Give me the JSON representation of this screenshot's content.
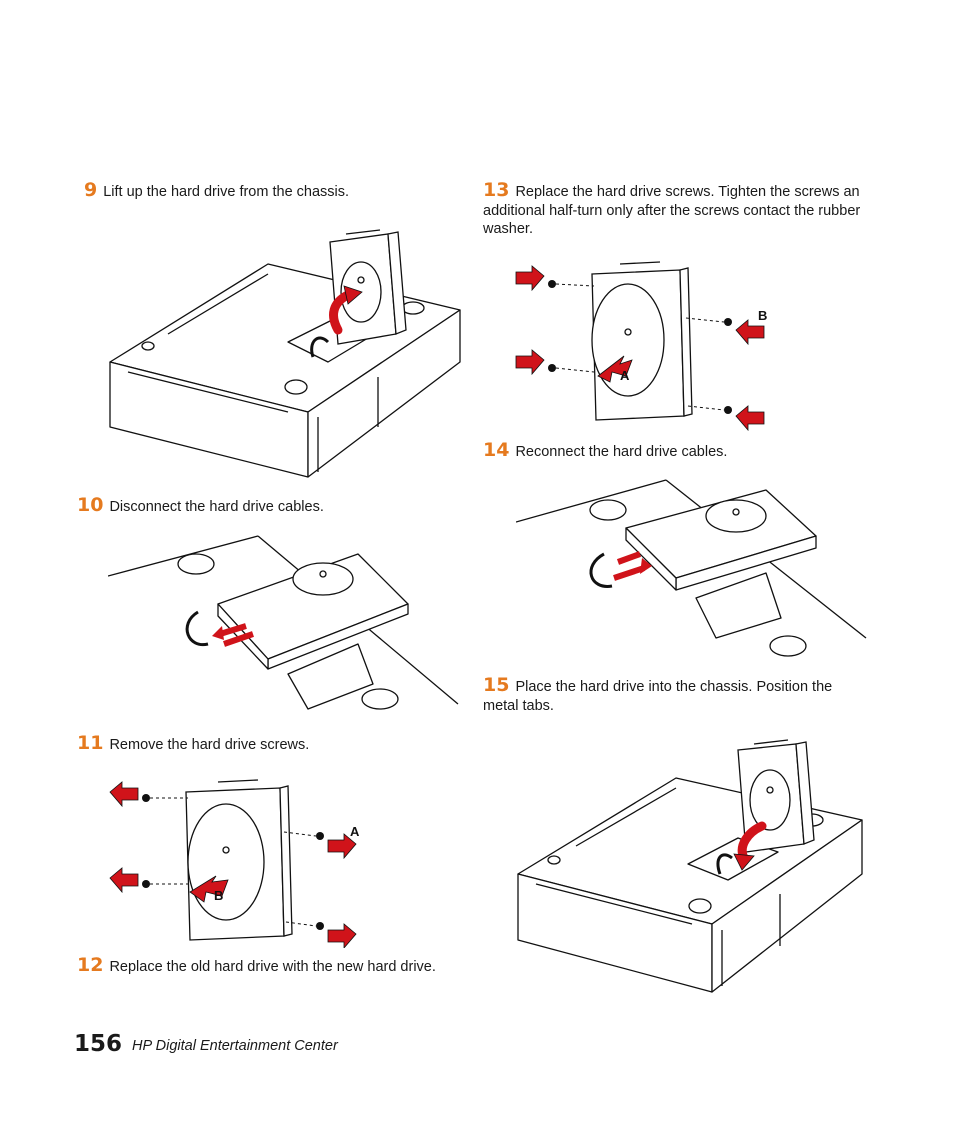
{
  "steps": [
    {
      "num": "9",
      "text": "Lift up the hard drive from the chassis."
    },
    {
      "num": "10",
      "text": "Disconnect the hard drive cables."
    },
    {
      "num": "11",
      "text": "Remove the hard drive screws."
    },
    {
      "num": "12",
      "text": "Replace the old hard drive with the new hard drive."
    },
    {
      "num": "13",
      "text": "Replace the hard drive screws. Tighten the screws an additional half-turn only after the screws contact the rubber washer."
    },
    {
      "num": "14",
      "text": "Reconnect the hard drive cables."
    },
    {
      "num": "15",
      "text": "Place the hard drive into the chassis. Position the metal tabs."
    }
  ],
  "callouts": {
    "a": "A",
    "b": "B"
  },
  "footer": {
    "page_number": "156",
    "title": "HP Digital Entertainment Center"
  },
  "colors": {
    "step_number": "#e57a1f",
    "arrow": "#d0131a"
  }
}
